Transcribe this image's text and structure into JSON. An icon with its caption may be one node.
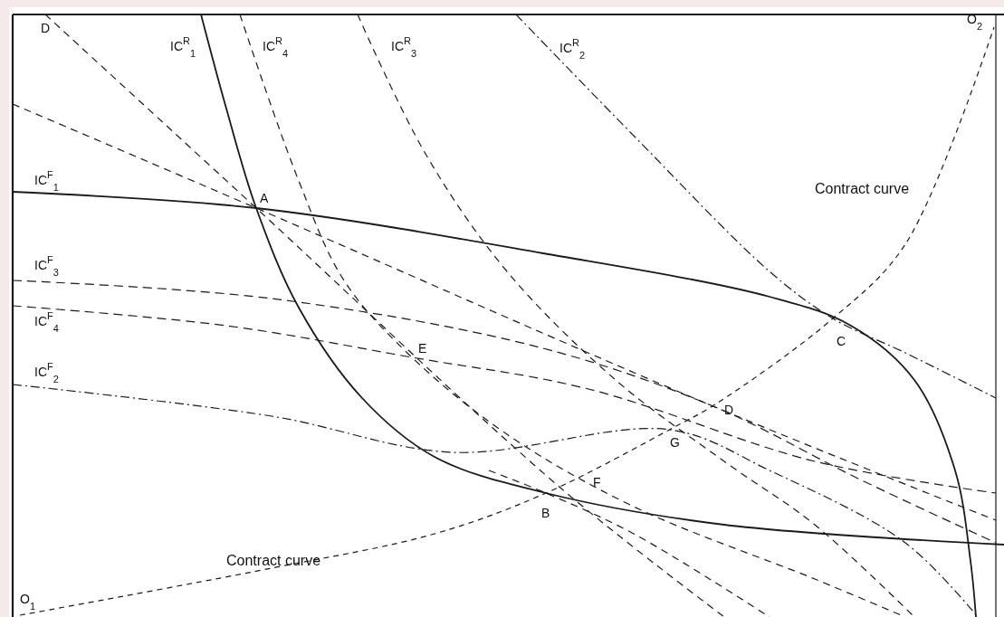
{
  "diagram": {
    "labels": [
      "D",
      "IC$^{R}$$_{1}$",
      "IC$^{R}$$_{4}$",
      "IC$^{R}$$_{3}$",
      "IC$^{R}$$_{2}$",
      "O$_{2}$",
      "Contract curve",
      "IC$^{F}$$_{1}$",
      "A",
      "IC$^{F}$$_{3}$",
      "IC$^{F}$$_{4}$",
      "C",
      "E",
      "IC$^{F}$$_{2}$",
      "D",
      "G",
      "F",
      "B",
      "Contract curve",
      "O$_{1}$"
    ]
  }
}
